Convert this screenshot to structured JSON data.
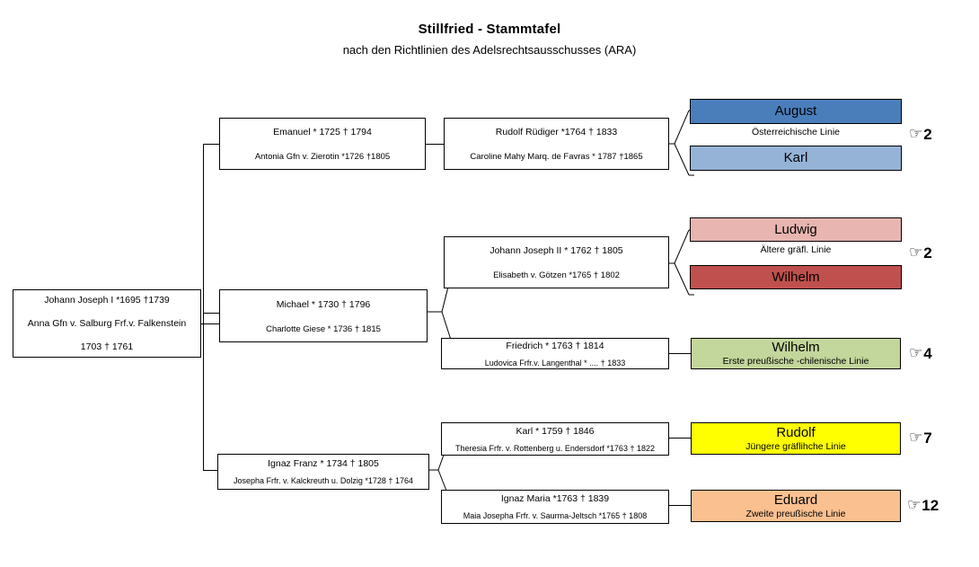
{
  "header": {
    "title": "Stillfried - Stammtafel",
    "subtitle": "nach den Richtlinien des Adelsrechtsausschusses (ARA)"
  },
  "root": {
    "line1": "Johann Joseph I *1695 †1739",
    "line2": "Anna Gfn v. Salburg Frf.v. Falkenstein",
    "line3": "1703 † 1761"
  },
  "generation2": [
    {
      "id": "emanuel",
      "line1": "Emanuel * 1725 † 1794",
      "line2": "Antonia Gfn v. Zierotin *1726 †1805"
    },
    {
      "id": "michael",
      "line1": "Michael * 1730  † 1796",
      "line2": "Charlotte Giese * 1736   † 1815"
    },
    {
      "id": "ignaz-franz",
      "line1": "Ignaz Franz * 1734   † 1805",
      "line2": "Josepha Frfr. v. Kalckreuth u. Dolzig *1728 † 1764"
    }
  ],
  "generation3": [
    {
      "id": "rudolf-ruediger",
      "line1": "Rudolf Rüdiger *1764 † 1833",
      "line2": "Caroline Mahy Marq. de Favras * 1787  †1865"
    },
    {
      "id": "johann-joseph-ii",
      "line1": "Johann Joseph II * 1762  † 1805",
      "line2": "Elisabeth v. Götzen *1765 † 1802"
    },
    {
      "id": "friedrich",
      "line1": "Friedrich * 1763 † 1814",
      "line2": "Ludovica Frfr.v. Langenthal * ....  † 1833"
    },
    {
      "id": "karl",
      "line1": "Karl *  1759 † 1846",
      "line2": "Theresia Frfr. v. Rottenberg u. Endersdorf *1763 † 1822"
    },
    {
      "id": "ignaz-maria",
      "line1": "Ignaz Maria *1763   †  1839",
      "line2": "Maia Josepha Frfr. v. Saurma-Jeltsch *1765  † 1808"
    }
  ],
  "branches": [
    {
      "id": "oesterreichische",
      "name_top": "August",
      "name_bottom": "Karl",
      "label": "Österreichische Linie",
      "color_top": "#4a7ebb",
      "color_bottom": "#95b3d7",
      "marker": "2"
    },
    {
      "id": "aeltere-graefliche",
      "name_top": "Ludwig",
      "name_bottom": "Wilhelm",
      "label": "Ältere gräfl. Linie",
      "color_top": "#e8b5b0",
      "color_bottom": "#c0504d",
      "marker": "2"
    },
    {
      "id": "erste-preussische-chilenische",
      "name": "Wilhelm",
      "sublabel": "Erste preußische -chilenische Linie",
      "color": "#c3d69b",
      "marker": "4"
    },
    {
      "id": "juengere-graefliche",
      "name": "Rudolf",
      "sublabel": "Jüngere gräflihche Linie",
      "color": "#ffff00",
      "marker": "7"
    },
    {
      "id": "zweite-preussische",
      "name": "Eduard",
      "sublabel": "Zweite preußische Linie",
      "color": "#fac090",
      "marker": "12"
    }
  ],
  "icons": {
    "hand": "☞"
  }
}
